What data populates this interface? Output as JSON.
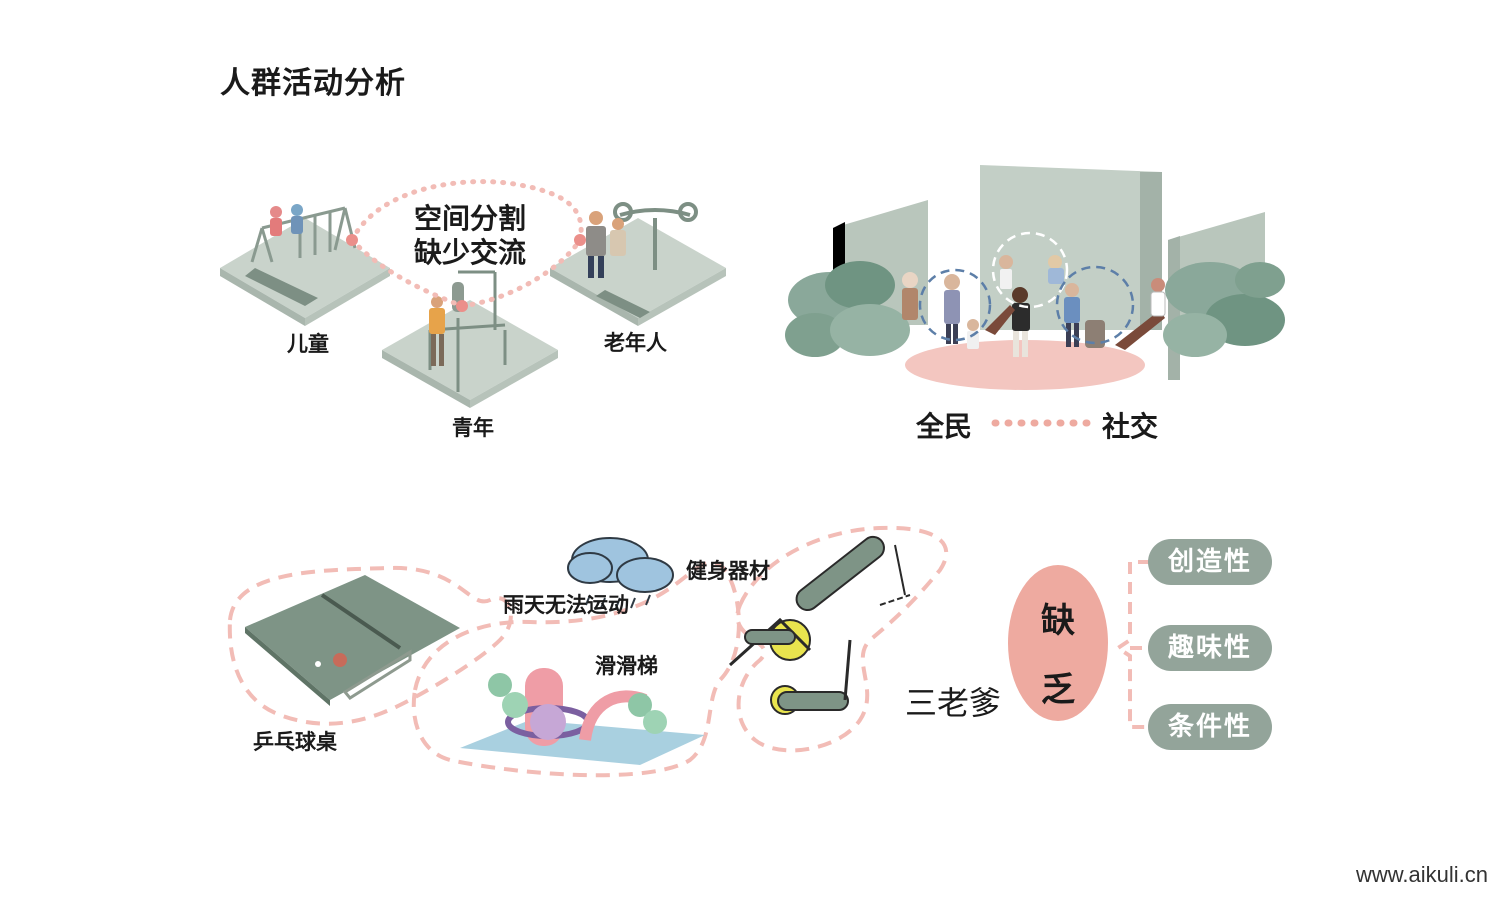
{
  "title": "人群活动分析",
  "top_left": {
    "bubble_line1": "空间分割",
    "bubble_line2": "缺少交流",
    "children": "儿童",
    "youth": "青年",
    "elderly": "老年人"
  },
  "top_right": {
    "left_label": "全民",
    "right_label": "社交"
  },
  "bottom_left": {
    "pingpong": "乒乓球桌",
    "rain": "雨天无法运动",
    "fitness": "健身器材",
    "slide": "滑滑梯"
  },
  "bottom_right": {
    "subject": "三老爹",
    "lack_char1": "缺",
    "lack_char2": "乏",
    "pills": [
      "创造性",
      "趣味性",
      "条件性"
    ]
  },
  "watermark": "www.aikuli.cn",
  "colors": {
    "sage": "#93a49a",
    "platform": "#c9d3cb",
    "pink": "#eeaaa0",
    "dash_pink": "#f2bcb6"
  }
}
